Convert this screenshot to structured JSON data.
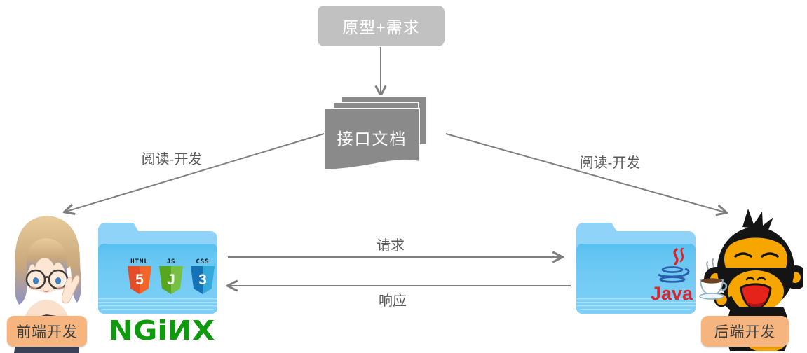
{
  "flow": {
    "prototype_box": "原型+需求",
    "doc_stack": "接口文档",
    "left_edge_label": "阅读-开发",
    "right_edge_label": "阅读-开发",
    "request_label": "请求",
    "response_label": "响应"
  },
  "frontend": {
    "role_label": "前端开发",
    "badges": [
      {
        "caption": "HTML",
        "letter": "5",
        "color": "#e44d26"
      },
      {
        "caption": "JS",
        "letter": "J",
        "color": "#56a71f"
      },
      {
        "caption": "CSS",
        "letter": "3",
        "color": "#1572b6"
      }
    ],
    "server_logo_text": "NGiИX"
  },
  "backend": {
    "role_label": "后端开发",
    "java_label": "Java"
  },
  "colors": {
    "box_gray": "#c1c1c1",
    "doc_gray": "#8a8a8a",
    "arrow_gray": "#7f7f7f",
    "edge_label_text": "#595959",
    "role_label_bg": "#f6b57f",
    "nginx_green": "#0d9b0d",
    "folder_blue": "#8fd3f8",
    "java_red": "#d7282f",
    "java_blue": "#2b5fad"
  }
}
